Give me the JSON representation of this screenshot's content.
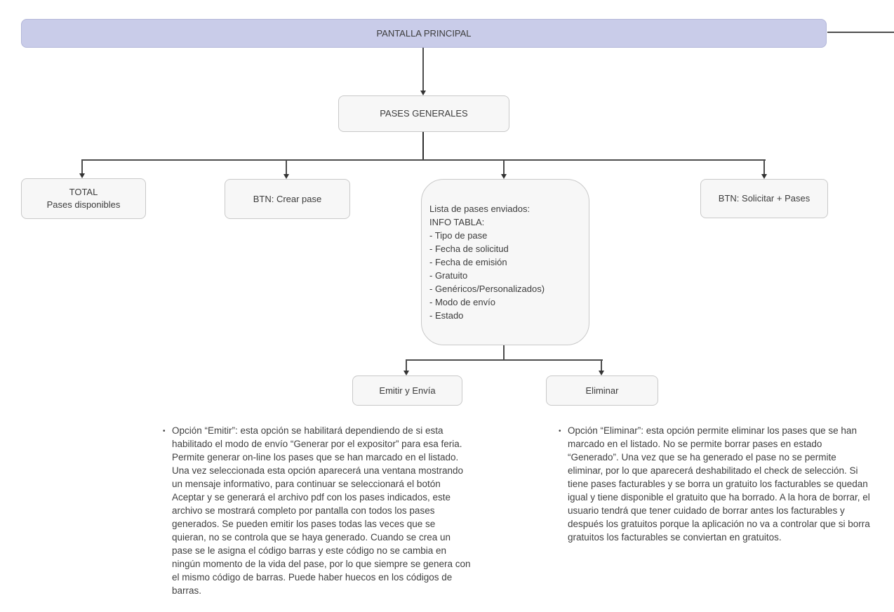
{
  "colors": {
    "root_fill": "#c9cce9",
    "root_border": "#b2b6d9",
    "node_fill": "#f7f7f7",
    "node_border": "#c9c9c9",
    "connector": "#4d4d4d",
    "text": "#3c3c3c"
  },
  "diagram": {
    "root": {
      "label": "PANTALLA PRINCIPAL"
    },
    "main": {
      "label": "PASES GENERALES"
    },
    "children": [
      {
        "lines": [
          "TOTAL",
          "Pases disponibles"
        ]
      },
      {
        "label": "BTN: Crear pase"
      },
      {
        "lines": [
          "Lista de pases enviados:",
          "INFO TABLA:",
          "- Tipo de pase",
          "- Fecha de solicitud",
          "- Fecha de emisión",
          "- Gratuito",
          "- Genéricos/Personalizados)",
          "- Modo de envío",
          "- Estado"
        ]
      },
      {
        "label": "BTN: Solicitar + Pases"
      }
    ],
    "actions": [
      {
        "label": "Emitir y Envía"
      },
      {
        "label": "Eliminar"
      }
    ],
    "notes": [
      {
        "bullet": "•",
        "text": "Opción “Emitir”: esta opción se habilitará dependiendo de si esta habilitado el modo de envío “Generar por el expositor” para esa feria. Permite generar on-line los pases que se han marcado en el listado. Una vez seleccionada esta opción aparecerá una ventana mostrando un mensaje informativo, para continuar se seleccionará el botón Aceptar y se generará el archivo pdf con los pases indicados, este archivo se mostrará completo por pantalla con todos los pases generados. Se pueden emitir los pases todas las veces que se quieran, no se controla que se haya generado. Cuando se crea un pase se le asigna el código barras y este código no se cambia en ningún momento de la vida del pase, por lo que siempre se genera con el mismo código de barras. Puede haber huecos en los códigos de barras."
      },
      {
        "bullet": "•",
        "text": "Opción “Eliminar”: esta opción permite eliminar los pases que se han marcado en el listado. No se permite borrar pases en estado “Generado”. Una vez que se ha generado el pase no se permite eliminar, por lo que aparecerá deshabilitado el check de selección. Si tiene pases facturables y se borra un gratuito los facturables se quedan igual y tiene disponible el gratuito que ha borrado. A la hora de borrar, el usuario tendrá que tener cuidado de borrar antes los facturables y después los gratuitos porque la aplicación no va a controlar que si borra gratuitos los facturables se conviertan en gratuitos."
      }
    ]
  }
}
